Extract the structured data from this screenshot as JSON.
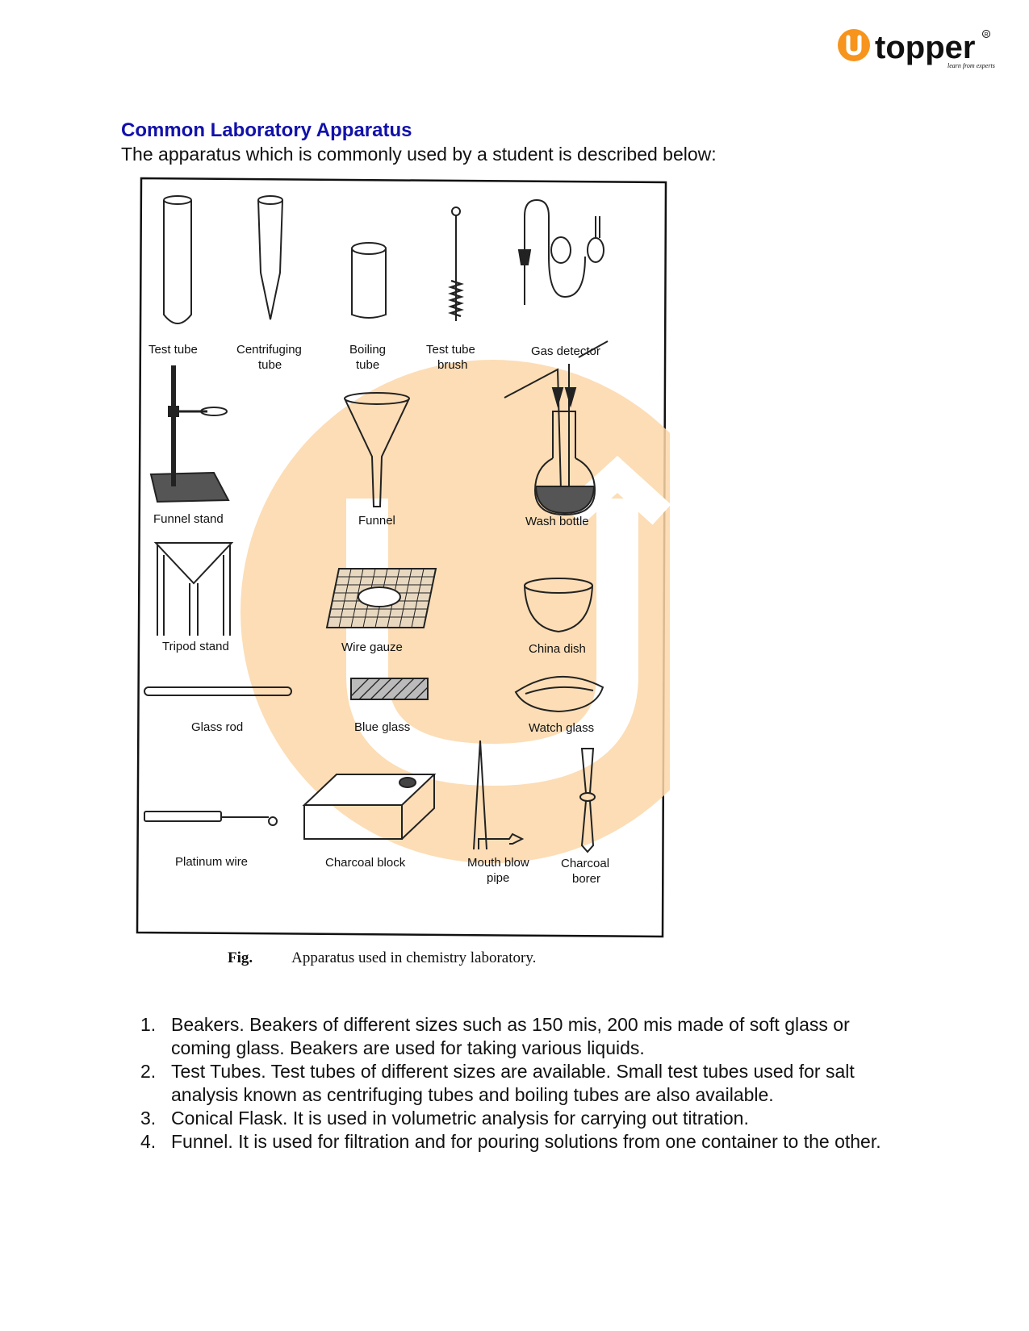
{
  "brand": {
    "logo_text": "topper",
    "tagline": "learn from experts"
  },
  "heading": "Common Laboratory Apparatus",
  "intro": "The apparatus which is commonly used by a student is described below:",
  "figure": {
    "labels": {
      "test_tube": "Test tube",
      "centrifuging_1": "Centrifuging",
      "centrifuging_2": "tube",
      "boiling_1": "Boiling",
      "boiling_2": "tube",
      "brush_1": "Test tube",
      "brush_2": "brush",
      "gas_detector": "Gas detector",
      "funnel_stand": "Funnel stand",
      "funnel": "Funnel",
      "wash_bottle": "Wash bottle",
      "tripod_stand": "Tripod stand",
      "wire_gauze": "Wire gauze",
      "china_dish": "China dish",
      "glass_rod": "Glass rod",
      "blue_glass": "Blue glass",
      "watch_glass": "Watch glass",
      "platinum_wire": "Platinum wire",
      "charcoal_block": "Charcoal block",
      "mouth_blow_1": "Mouth blow",
      "mouth_blow_2": "pipe",
      "charcoal_borer_1": "Charcoal",
      "charcoal_borer_2": "borer"
    },
    "caption_label": "Fig.",
    "caption_text": "Apparatus used in chemistry laboratory."
  },
  "list": [
    {
      "num": "1.",
      "text": "Beakers. Beakers of different sizes such as 150 mis, 200 mis made of soft glass or coming glass. Beakers are used for taking various liquids."
    },
    {
      "num": "2.",
      "text": "Test Tubes. Test tubes of different sizes are available. Small test tubes used for salt analysis known as centrifuging tubes and boiling tubes are also available."
    },
    {
      "num": "3.",
      "text": "Conical Flask. It is used in volumetric analysis for carrying out titration."
    },
    {
      "num": "4.",
      "text": "Funnel. It is used for filtration and for pouring solutions from one container to the other."
    }
  ],
  "colors": {
    "heading": "#1111aa",
    "logo_orange": "#f7941d",
    "watermark": "#fbd7a8"
  }
}
